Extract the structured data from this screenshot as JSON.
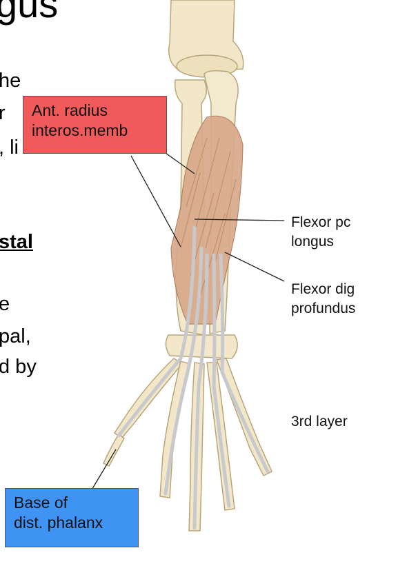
{
  "slide_fragments": {
    "title": "gus",
    "line1": "he",
    "line2": "r",
    "line3": ", li",
    "heading": "stal",
    "line4": "e",
    "line5": "pal,",
    "line6": "d by"
  },
  "callouts": {
    "radius": {
      "line1": "Ant. radius",
      "line2": "interos.memb",
      "color": "#f05a5a"
    },
    "phalanx": {
      "line1": "Base of",
      "line2": "dist. phalanx",
      "color": "#3f93f2"
    }
  },
  "labels": {
    "fpl_line1": "Flexor pc",
    "fpl_line2": "longus",
    "fdp_line1": "Flexor dig",
    "fdp_line2": "profundus",
    "layer": "3rd layer"
  },
  "colors": {
    "bone": "#f2e7c9",
    "bone_outline": "#b9a57a",
    "muscle": "#d9a98a",
    "tendon": "#c8c9cc",
    "leader": "#222222"
  }
}
